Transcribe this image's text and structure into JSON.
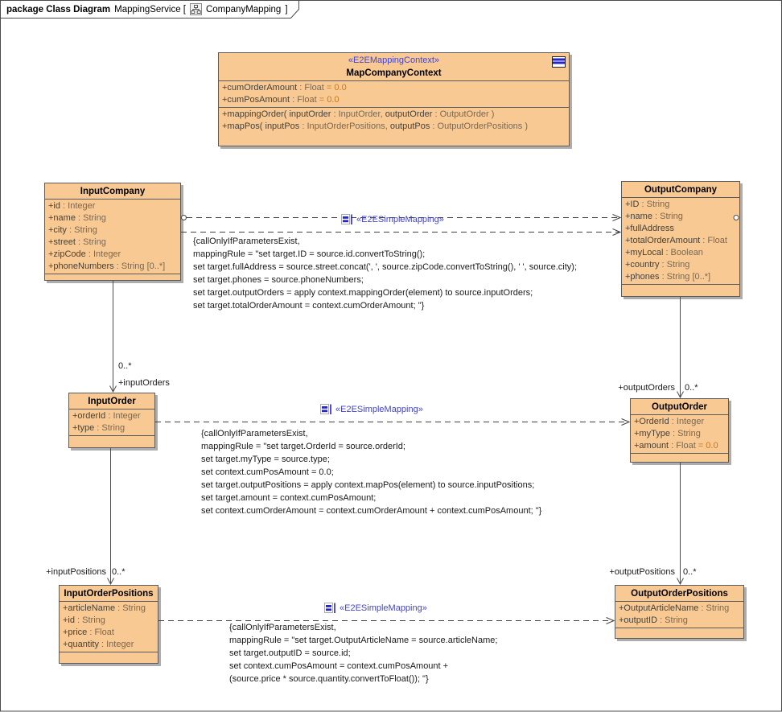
{
  "frame": {
    "heading_bold": "package Class Diagram",
    "heading_rest": "MappingService [",
    "diagram_icon": "class-diagram-icon",
    "diagram_name": "CompanyMapping",
    "bracket_close": "]"
  },
  "colors": {
    "class_fill": "#F9C994",
    "class_border": "#5B5B5B",
    "shadow": "#ADADAD",
    "stereotype_blue": "#4343CF",
    "attribute_name": "#44423C",
    "attribute_type": "#7A6850",
    "attribute_default_orange": "#C87820",
    "connector": "#404040"
  },
  "classes": [
    {
      "id": "context",
      "stereotype": "«E2EMappingContext»",
      "name": "MapCompanyContext",
      "corner_icon": "properties-icon",
      "attributes": [
        {
          "segments": [
            {
              "text": "+cumOrderAmount",
              "kind": "name"
            },
            {
              "text": " : Float",
              "kind": "type"
            },
            {
              "text": " = 0.0",
              "kind": "default"
            }
          ]
        },
        {
          "segments": [
            {
              "text": "+cumPosAmount",
              "kind": "name"
            },
            {
              "text": " : Float",
              "kind": "type"
            },
            {
              "text": " = 0.0",
              "kind": "default"
            }
          ]
        }
      ],
      "operations": [
        {
          "segments": [
            {
              "text": "+mappingOrder( inputOrder",
              "kind": "name"
            },
            {
              "text": " : InputOrder,",
              "kind": "type"
            },
            {
              "text": " outputOrder",
              "kind": "name"
            },
            {
              "text": " : OutputOrder )",
              "kind": "type"
            }
          ]
        },
        {
          "segments": [
            {
              "text": "+mapPos( inputPos",
              "kind": "name"
            },
            {
              "text": " : InputOrderPositions,",
              "kind": "type"
            },
            {
              "text": " outputPos",
              "kind": "name"
            },
            {
              "text": " : OutputOrderPositions )",
              "kind": "type"
            }
          ]
        }
      ]
    },
    {
      "id": "inputCompany",
      "name": "InputCompany",
      "attributes": [
        {
          "segments": [
            {
              "text": "+id",
              "kind": "name"
            },
            {
              "text": " : Integer",
              "kind": "type"
            }
          ]
        },
        {
          "segments": [
            {
              "text": "+name",
              "kind": "name"
            },
            {
              "text": " : String",
              "kind": "type"
            }
          ]
        },
        {
          "segments": [
            {
              "text": "+city",
              "kind": "name"
            },
            {
              "text": " : String",
              "kind": "type"
            }
          ]
        },
        {
          "segments": [
            {
              "text": "+street",
              "kind": "name"
            },
            {
              "text": " : String",
              "kind": "type"
            }
          ]
        },
        {
          "segments": [
            {
              "text": "+zipCode",
              "kind": "name"
            },
            {
              "text": " : Integer",
              "kind": "type"
            }
          ]
        },
        {
          "segments": [
            {
              "text": "+phoneNumbers",
              "kind": "name"
            },
            {
              "text": " : String [0..*]",
              "kind": "type"
            }
          ]
        }
      ],
      "operations": []
    },
    {
      "id": "outputCompany",
      "name": "OutputCompany",
      "attributes": [
        {
          "segments": [
            {
              "text": "+ID",
              "kind": "name"
            },
            {
              "text": " : String",
              "kind": "type"
            }
          ]
        },
        {
          "segments": [
            {
              "text": "+name",
              "kind": "name"
            },
            {
              "text": " : String",
              "kind": "type"
            }
          ]
        },
        {
          "segments": [
            {
              "text": "+fullAddress",
              "kind": "name"
            }
          ]
        },
        {
          "segments": [
            {
              "text": "+totalOrderAmount",
              "kind": "name"
            },
            {
              "text": " : Float",
              "kind": "type"
            }
          ]
        },
        {
          "segments": [
            {
              "text": "+myLocal",
              "kind": "name"
            },
            {
              "text": " : Boolean",
              "kind": "type"
            }
          ]
        },
        {
          "segments": [
            {
              "text": "+country",
              "kind": "name"
            },
            {
              "text": " : String",
              "kind": "type"
            }
          ]
        },
        {
          "segments": [
            {
              "text": "+phones",
              "kind": "name"
            },
            {
              "text": " : String [0..*]",
              "kind": "type"
            }
          ]
        }
      ],
      "operations": []
    },
    {
      "id": "inputOrder",
      "name": "InputOrder",
      "attributes": [
        {
          "segments": [
            {
              "text": "+orderId",
              "kind": "name"
            },
            {
              "text": " : Integer",
              "kind": "type"
            }
          ]
        },
        {
          "segments": [
            {
              "text": "+type",
              "kind": "name"
            },
            {
              "text": " : String",
              "kind": "type"
            }
          ]
        }
      ],
      "operations": []
    },
    {
      "id": "outputOrder",
      "name": "OutputOrder",
      "attributes": [
        {
          "segments": [
            {
              "text": "+OrderId",
              "kind": "name"
            },
            {
              "text": " : Integer",
              "kind": "type"
            }
          ]
        },
        {
          "segments": [
            {
              "text": "+myType",
              "kind": "name"
            },
            {
              "text": " : String",
              "kind": "type"
            }
          ]
        },
        {
          "segments": [
            {
              "text": "+amount",
              "kind": "name"
            },
            {
              "text": " : Float",
              "kind": "type"
            },
            {
              "text": " = 0.0",
              "kind": "default"
            }
          ]
        }
      ],
      "operations": []
    },
    {
      "id": "inputOrderPositions",
      "name": "InputOrderPositions",
      "attributes": [
        {
          "segments": [
            {
              "text": "+articleName",
              "kind": "name"
            },
            {
              "text": " : String",
              "kind": "type"
            }
          ]
        },
        {
          "segments": [
            {
              "text": "+id",
              "kind": "name"
            },
            {
              "text": " : String",
              "kind": "type"
            }
          ]
        },
        {
          "segments": [
            {
              "text": "+price",
              "kind": "name"
            },
            {
              "text": " : Float",
              "kind": "type"
            }
          ]
        },
        {
          "segments": [
            {
              "text": "+quantity",
              "kind": "name"
            },
            {
              "text": " : Integer",
              "kind": "type"
            }
          ]
        }
      ],
      "operations": []
    },
    {
      "id": "outputOrderPositions",
      "name": "OutputOrderPositions",
      "attributes": [
        {
          "segments": [
            {
              "text": "+OutputArticleName",
              "kind": "name"
            },
            {
              "text": " : String",
              "kind": "type"
            }
          ]
        },
        {
          "segments": [
            {
              "text": "+outputID",
              "kind": "name"
            },
            {
              "text": " : String",
              "kind": "type"
            }
          ]
        }
      ],
      "operations": []
    }
  ],
  "mappings": [
    {
      "id": "company-mapping",
      "stereotype": "«E2ESimpleMapping»",
      "icon": "mapping-icon",
      "constraint_lines": [
        "{callOnlyIfParametersExist,",
        "mappingRule = \"set target.ID = source.id.convertToString();",
        "set target.fullAddress = source.street.concat(', ', source.zipCode.convertToString(), ' ', source.city);",
        "set target.phones = source.phoneNumbers;",
        "set target.outputOrders = apply context.mappingOrder(element) to source.inputOrders;",
        "set target.totalOrderAmount = context.cumOrderAmount; \"}"
      ]
    },
    {
      "id": "order-mapping",
      "stereotype": "«E2ESimpleMapping»",
      "icon": "mapping-icon",
      "constraint_lines": [
        "{callOnlyIfParametersExist,",
        "mappingRule = \"set target.OrderId = source.orderId;",
        "set target.myType = source.type;",
        "set context.cumPosAmount = 0.0;",
        "set target.outputPositions = apply context.mapPos(element) to source.inputPositions;",
        "set target.amount = context.cumPosAmount;",
        "set context.cumOrderAmount = context.cumOrderAmount + context.cumPosAmount; \"}"
      ]
    },
    {
      "id": "positions-mapping",
      "stereotype": "«E2ESimpleMapping»",
      "icon": "mapping-icon",
      "constraint_lines": [
        "{callOnlyIfParametersExist,",
        "mappingRule = \"set target.OutputArticleName = source.articleName;",
        "set target.outputID = source.id;",
        "set context.cumPosAmount = context.cumPosAmount +",
        "(source.price * source.quantity.convertToFloat()); \"}"
      ]
    }
  ],
  "associations": [
    {
      "id": "inputCompany-inputOrder",
      "multiplicity": "0..*",
      "role": "+inputOrders"
    },
    {
      "id": "outputCompany-outputOrder",
      "multiplicity": "0..*",
      "role": "+outputOrders"
    },
    {
      "id": "inputOrder-inputOrderPositions",
      "multiplicity": "0..*",
      "role": "+inputPositions"
    },
    {
      "id": "outputOrder-outputOrderPositions",
      "multiplicity": "0..*",
      "role": "+outputPositions"
    }
  ]
}
